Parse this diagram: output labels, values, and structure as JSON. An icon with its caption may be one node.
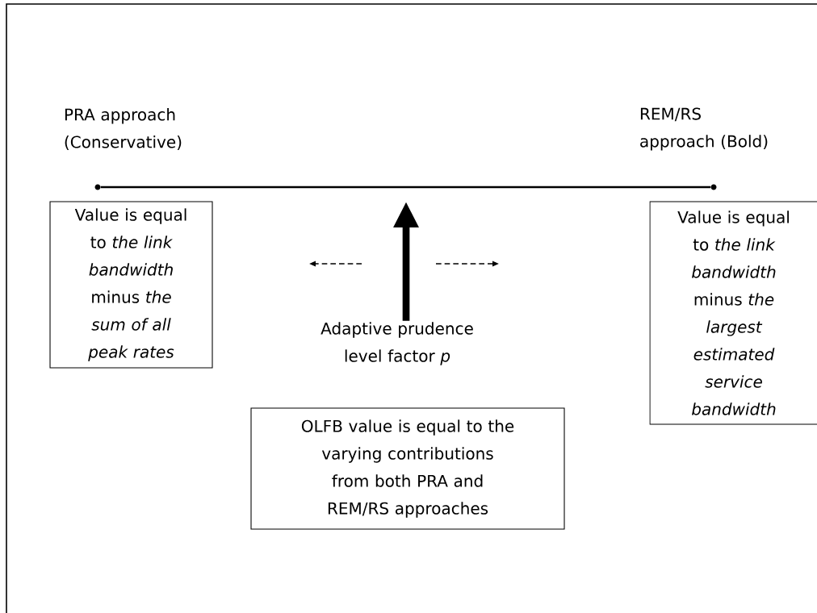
{
  "diagram": {
    "nodes": [
      {
        "text": [
          "PRA approach (Conservative)"
        ]
      },
      {
        "text": [
          "REM/RS approach (Bold)"
        ]
      },
      {
        "text": [],
        "shape": "circle"
      },
      {
        "text": [],
        "shape": "circle"
      },
      {
        "text": [
          "Value is equal to *the link bandwidth* minus *the sum of all peak rates*"
        ]
      },
      {
        "text": [
          "Adaptive prudence level factor *p*"
        ]
      },
      {
        "text": [
          "Value is equal to *the link bandwidth* minus *the largest estimated service bandwidth*"
        ]
      },
      {
        "text": [
          "OLFB value is equal to the varying contributions from both PRA and REM/RS approaches"
        ]
      }
    ],
    "edges": [
      {
        "from": 2,
        "to": 3,
        "arrow": "none"
      },
      {
        "from": 5,
        "to": null,
        "arrow": "to",
        "style": "thick"
      }
    ]
  }
}
